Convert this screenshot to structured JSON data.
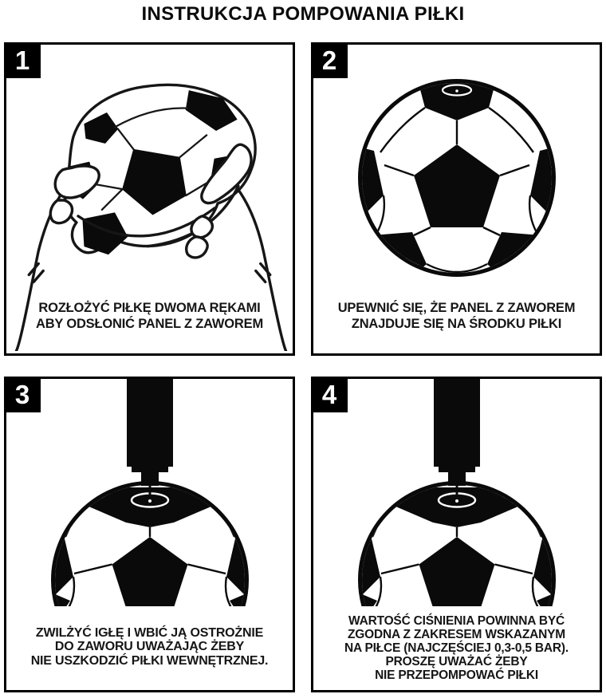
{
  "title": "INSTRUKCJA POMPOWANIA PIŁKI",
  "colors": {
    "ink": "#000000",
    "paper": "#ffffff"
  },
  "steps": [
    {
      "number": "1",
      "illustration": "hands-spreading-deflated-ball",
      "caption_lines": [
        "ROZŁOŻYĆ PIŁKĘ DWOMA RĘKAMI",
        "ABY ODSŁONIĆ PANEL Z ZAWOREM"
      ]
    },
    {
      "number": "2",
      "illustration": "soccer-ball-valve-on-top",
      "caption_lines": [
        "UPEWNIĆ SIĘ, ŻE PANEL Z ZAWOREM",
        "ZNAJDUJE SIĘ NA ŚRODKU PIŁKI"
      ]
    },
    {
      "number": "3",
      "illustration": "pump-needle-inserted-in-valve",
      "caption_lines": [
        "ZWILŻYĆ IGŁĘ I WBIĆ JĄ OSTROŻNIE",
        "DO ZAWORU UWAŻAJĄC ŻEBY",
        "NIE USZKODZIĆ PIŁKI WEWNĘTRZNEJ."
      ]
    },
    {
      "number": "4",
      "illustration": "pump-needle-pressure-check",
      "caption_lines": [
        "WARTOŚĆ CIŚNIENIA POWINNA BYĆ",
        "ZGODNA Z ZAKRESEM WSKAZANYM",
        "NA PIŁCE (NAJCZĘŚCIEJ 0,3-0,5 BAR).",
        "PROSZĘ UWAŻAĆ ŻEBY",
        "NIE PRZEPOMPOWAĆ PIŁKI"
      ]
    }
  ]
}
